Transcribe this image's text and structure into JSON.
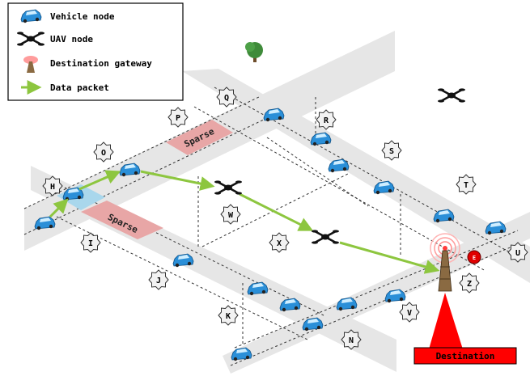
{
  "legend": {
    "vehicle": "Vehicle node",
    "uav": "UAV node",
    "gateway": "Destination gateway",
    "packet": "Data packet"
  },
  "zone_labels": [
    "Sparse",
    "Sparse"
  ],
  "region_labels": {
    "H": "H",
    "O": "O",
    "P": "P",
    "Q": "Q",
    "R": "R",
    "S": "S",
    "T": "T",
    "I": "I",
    "J": "J",
    "K": "K",
    "W": "W",
    "X": "X",
    "N": "N",
    "V": "V",
    "Z": "Z",
    "U": "U"
  },
  "event_marker": "E",
  "destination_label": "Destination",
  "colors": {
    "road": "#e6e6e6",
    "sparse": "#e8a6a6",
    "highlight": "#a9d7ec",
    "packet": "#8dc63f",
    "car": "#2a8fd8",
    "callout": "#ff0000",
    "tree": "#2e7d32"
  }
}
